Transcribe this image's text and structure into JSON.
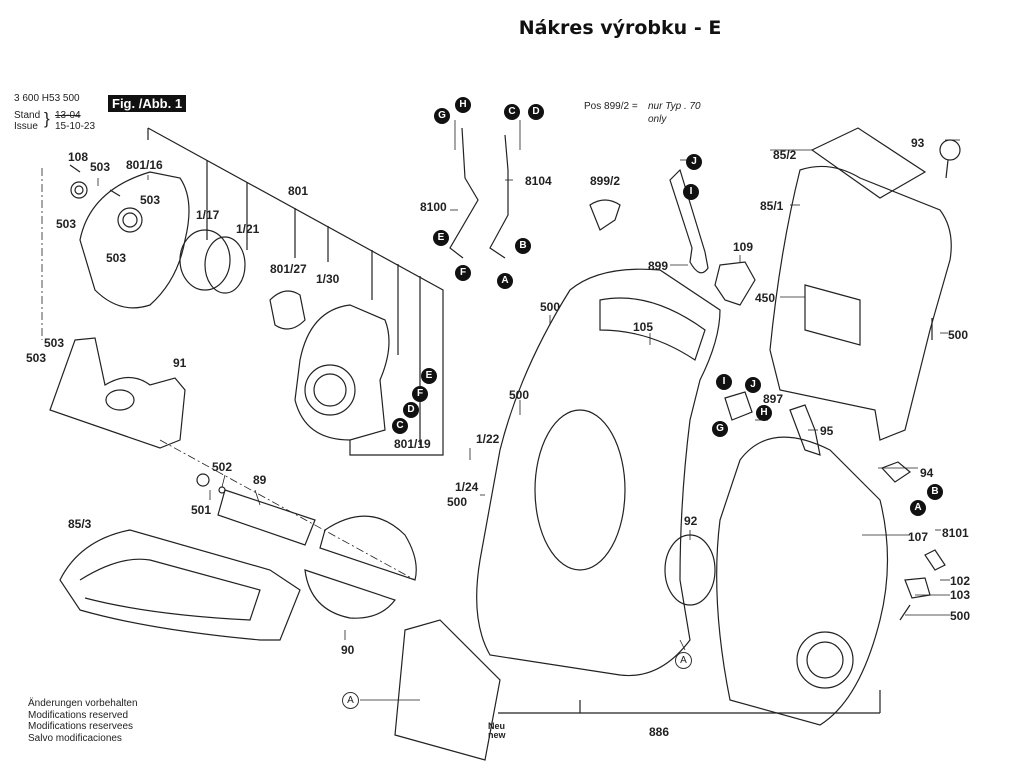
{
  "page_title": "Nákres výrobku - E",
  "document": {
    "part_number": "3 600 H53 500",
    "stand_label": "Stand",
    "issue_label": "Issue",
    "stand_value_struck": "13-04",
    "issue_value": "15-10-23",
    "figure_label": "Fig. /Abb. 1",
    "note_prefix": "Pos 899/2 =",
    "note_text_1": "nur Typ . 70",
    "note_text_2": "only",
    "new_label_de": "Neu",
    "new_label_en": "new",
    "footer_lines": [
      "Änderungen vorbehalten",
      "Modifications reserved",
      "Modifications reservees",
      "Salvo modificaciones"
    ]
  },
  "parts": {
    "p108": "108",
    "p503a": "503",
    "p801_16": "801/16",
    "p503b": "503",
    "p503c": "503",
    "p503d": "503",
    "p1_17": "1/17",
    "p1_21": "1/21",
    "p801": "801",
    "p801_27": "801/27",
    "p1_30": "1/30",
    "p503e": "503",
    "p503f": "503",
    "p91": "91",
    "p801_19": "801/19",
    "p502": "502",
    "p89": "89",
    "p501": "501",
    "p85_3": "85/3",
    "p90": "90",
    "p8100": "8100",
    "p8104": "8104",
    "p899_2": "899/2",
    "p899": "899",
    "p109": "109",
    "p105": "105",
    "p500a": "500",
    "p500b": "500",
    "p1_22": "1/22",
    "p1_24": "1/24",
    "p500c": "500",
    "p92": "92",
    "p886": "886",
    "p85_2": "85/2",
    "p93": "93",
    "p85_1": "85/1",
    "p450": "450",
    "p500d": "500",
    "p897": "897",
    "p95": "95",
    "p94": "94",
    "p107": "107",
    "p8101": "8101",
    "p102": "102",
    "p103": "103",
    "p500e": "500"
  },
  "refs": {
    "motor_E": "E",
    "motor_F": "F",
    "motor_D": "D",
    "motor_C": "C",
    "h8100_G": "G",
    "h8100_H": "H",
    "h8100_E": "E",
    "h8100_F": "F",
    "h8104_C": "C",
    "h8104_D": "D",
    "h8104_B": "B",
    "h8104_A": "A",
    "c899_J": "J",
    "c899_I": "I",
    "s897_I": "I",
    "s897_J": "J",
    "s897_H": "H",
    "s897_G": "G",
    "s8101_A": "A",
    "s8101_B": "B",
    "chute_A": "A",
    "housing_A": "A"
  }
}
